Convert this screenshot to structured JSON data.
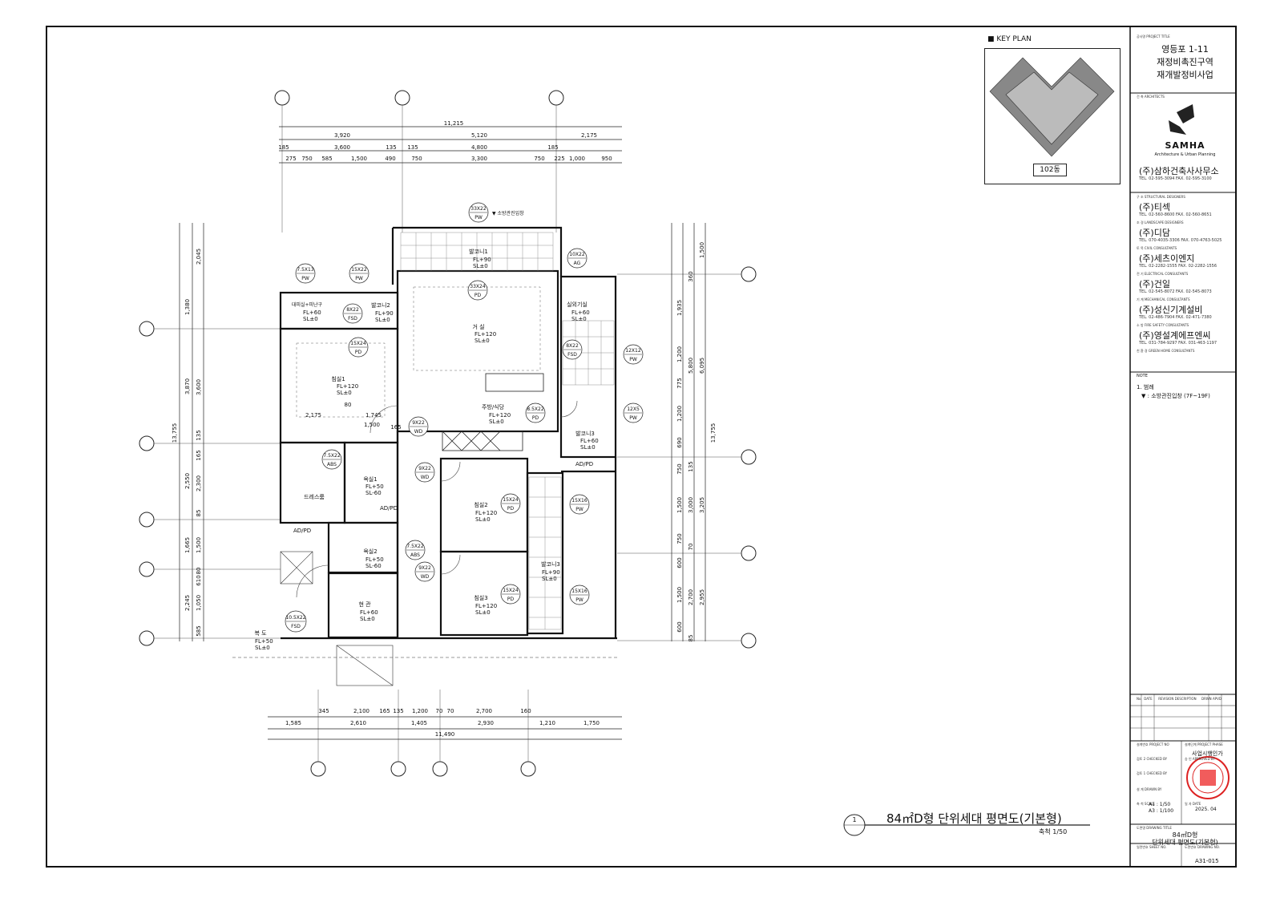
{
  "project": {
    "label": "공사명 PROJECT TITLE",
    "lines": [
      "영등포 1-11",
      "재정비촉진구역",
      "재개발정비사업"
    ]
  },
  "key_plan": {
    "title": "KEY PLAN",
    "building": "102동"
  },
  "architect": {
    "label": "건 축 ARCHITECTS",
    "logo": "SAMHA",
    "logo_sub": "Architecture & Urban Planning",
    "name": "(주)삼하건축사사무소",
    "tel": "TEL. 02-595-3094     FAX. 02-595-3100"
  },
  "consultants": [
    {
      "label": "구 조 STRUCTURAL DESIGNERS",
      "name": "(주)티섹",
      "tel": "TEL. 02-560-8600     FAX. 02-560-8651"
    },
    {
      "label": "조 경 LANDSCAPE DESIGNERS",
      "name": "(주)디담",
      "tel": "TEL. 070-4035-3306     FAX. 070-4763-5025"
    },
    {
      "label": "토 목 CIVIL CONSULTANTS",
      "name": "(주)세츠이엔지",
      "tel": "TEL. 02-2282-1555     FAX. 02-2282-1556"
    },
    {
      "label": "전 기 ELECTRICAL CONSULTANTS",
      "name": "(주)건일",
      "tel": "TEL. 02-545-8072     FAX. 02-545-8073"
    },
    {
      "label": "기 계 MECHANICAL CONSULTANTS",
      "name": "(주)성신기계설비",
      "tel": "TEL. 02-486-7904     FAX. 02-471-7380"
    },
    {
      "label": "소 방 FIRE SAFETY CONSULTANTS",
      "name": "(주)영설계에프엔씨",
      "tel": "TEL. 031-784-9297     FAX. 031-463-1197"
    }
  ],
  "green_label": "친 환 경 GREEN HOME CONSULTANTS",
  "notes": {
    "label": "NOTE",
    "line1": "1. 범례",
    "line2": "▼ : 소방관진입창 (7F~19F)"
  },
  "revision": {
    "cols": [
      "No.",
      "DATE",
      "REVISION DESCRIPTION",
      "DRWN",
      "APVD"
    ]
  },
  "title_fields": {
    "project_no_label": "설계번호 PROJECT NO",
    "phase_label": "설계단계 PROJECT PHASE",
    "phase_value": "사업시행인가",
    "checked2_label": "검토 2 CHECKED BY",
    "approved_label": "승 인 APPROVED BY",
    "checked1_label": "검토 1 CHECKED BY",
    "drawn_label": "설 계 DRAWN BY",
    "scale_label": "축 척 SCALE",
    "scale_a1": "A1 : 1/50",
    "scale_a3": "A3 : 1/100",
    "date_label": "일 자 DATE",
    "date_value": "2025. 04",
    "drawing_title_label": "도면명 DRAWING TITLE",
    "drawing_title_1": "84㎡D형",
    "drawing_title_2": "단위세대 평면도(기본형)",
    "sheet_label": "일련번호 SHEET NO.",
    "drawing_no_label": "도면번호 DRAWING NO.",
    "drawing_no": "A31-015"
  },
  "drawing": {
    "number": "1",
    "title": "84㎡D형 단위세대 평면도(기본형)",
    "scale": "축척 1/50"
  },
  "rooms": [
    {
      "name": "거 실",
      "fl": "FL+120",
      "sl": "SL±0"
    },
    {
      "name": "침실1",
      "fl": "FL+120",
      "sl": "SL±0"
    },
    {
      "name": "침실2",
      "fl": "FL+120",
      "sl": "SL±0"
    },
    {
      "name": "침실3",
      "fl": "FL+120",
      "sl": "SL±0"
    },
    {
      "name": "주방/식당",
      "fl": "FL+120",
      "sl": "SL±0"
    },
    {
      "name": "발코니1",
      "fl": "FL+90",
      "sl": "SL±0"
    },
    {
      "name": "발코니2",
      "fl": "FL+90",
      "sl": "SL±0"
    },
    {
      "name": "발코니3",
      "fl": "FL+60",
      "sl": "SL±0"
    },
    {
      "name": "발코니3",
      "fl": "FL+90",
      "sl": "SL±0"
    },
    {
      "name": "실외기실",
      "fl": "FL+60",
      "sl": "SL±0"
    },
    {
      "name": "대피실+피난구",
      "fl": "FL+60",
      "sl": "SL±0"
    },
    {
      "name": "욕실1",
      "fl": "FL+50",
      "sl": "SL-60"
    },
    {
      "name": "욕실2",
      "fl": "FL+50",
      "sl": "SL-60"
    },
    {
      "name": "현 관",
      "fl": "FL+60",
      "sl": "SL±0"
    },
    {
      "name": "복 도",
      "fl": "FL+50",
      "sl": "SL±0"
    },
    {
      "name": "드레스룸",
      "fl": "",
      "sl": ""
    }
  ],
  "other_labels": [
    "AD/PD",
    "AD/PD",
    "AD/PD",
    "▼ 소방관진입창"
  ],
  "tags": [
    {
      "size": "33X22",
      "type": "PW"
    },
    {
      "size": "7.5X13",
      "type": "PW"
    },
    {
      "size": "15X22",
      "type": "PW"
    },
    {
      "size": "10X22",
      "type": "AG"
    },
    {
      "size": "8X22",
      "type": "FSD"
    },
    {
      "size": "33X24",
      "type": "PD"
    },
    {
      "size": "15X24",
      "type": "PD"
    },
    {
      "size": "8X22",
      "type": "FSD"
    },
    {
      "size": "12X12",
      "type": "PW"
    },
    {
      "size": "12X5",
      "type": "PW"
    },
    {
      "size": "8.5X22",
      "type": "PD"
    },
    {
      "size": "9X22",
      "type": "WD"
    },
    {
      "size": "7.5X22",
      "type": "ABS"
    },
    {
      "size": "9X22",
      "type": "WD"
    },
    {
      "size": "15X24",
      "type": "PD"
    },
    {
      "size": "15X16",
      "type": "PW"
    },
    {
      "size": "7.5X22",
      "type": "ABS"
    },
    {
      "size": "9X22",
      "type": "WD"
    },
    {
      "size": "15X24",
      "type": "PD"
    },
    {
      "size": "15X16",
      "type": "PW"
    },
    {
      "size": "10.5X22",
      "type": "FSD"
    }
  ],
  "dimensions": {
    "top_total": "11,215",
    "top_row1": [
      "3,920",
      "5,120",
      "2,175"
    ],
    "top_row2": [
      "185",
      "3,600",
      "135",
      "135",
      "4,800",
      "185"
    ],
    "top_row3": [
      "275",
      "750",
      "585",
      "1,500",
      "490",
      "750",
      "3,300",
      "750",
      "225",
      "1,000",
      "950"
    ],
    "bottom_row1": [
      "345",
      "2,100",
      "165",
      "135",
      "1,200",
      "70",
      "70",
      "2,700",
      "160"
    ],
    "bottom_row2": [
      "1,585",
      "2,610",
      "1,405",
      "2,930",
      "1,210",
      "1,750"
    ],
    "bottom_total": "11,490",
    "left_total": "13,755",
    "left_row1": [
      "3,870",
      "2,550",
      "1,665",
      "2,245"
    ],
    "left_row2": [
      "2,045",
      "1,380",
      "3,600",
      "135",
      "165",
      "2,300",
      "85",
      "1,500",
      "80",
      "610",
      "1,050",
      "585"
    ],
    "right_total": "13,755",
    "right_row1": [
      "6,095",
      "3,205",
      "2,955"
    ],
    "right_row2": [
      "1,500",
      "5,800",
      "3,000",
      "2,700"
    ],
    "right_row3": [
      "360",
      "1,935",
      "1,200",
      "775",
      "1,200",
      "690",
      "750",
      "135",
      "1,500",
      "750",
      "70",
      "600",
      "1,500",
      "600",
      "85"
    ],
    "interior": [
      "2,175",
      "1,745",
      "1,500",
      "80",
      "165"
    ]
  }
}
